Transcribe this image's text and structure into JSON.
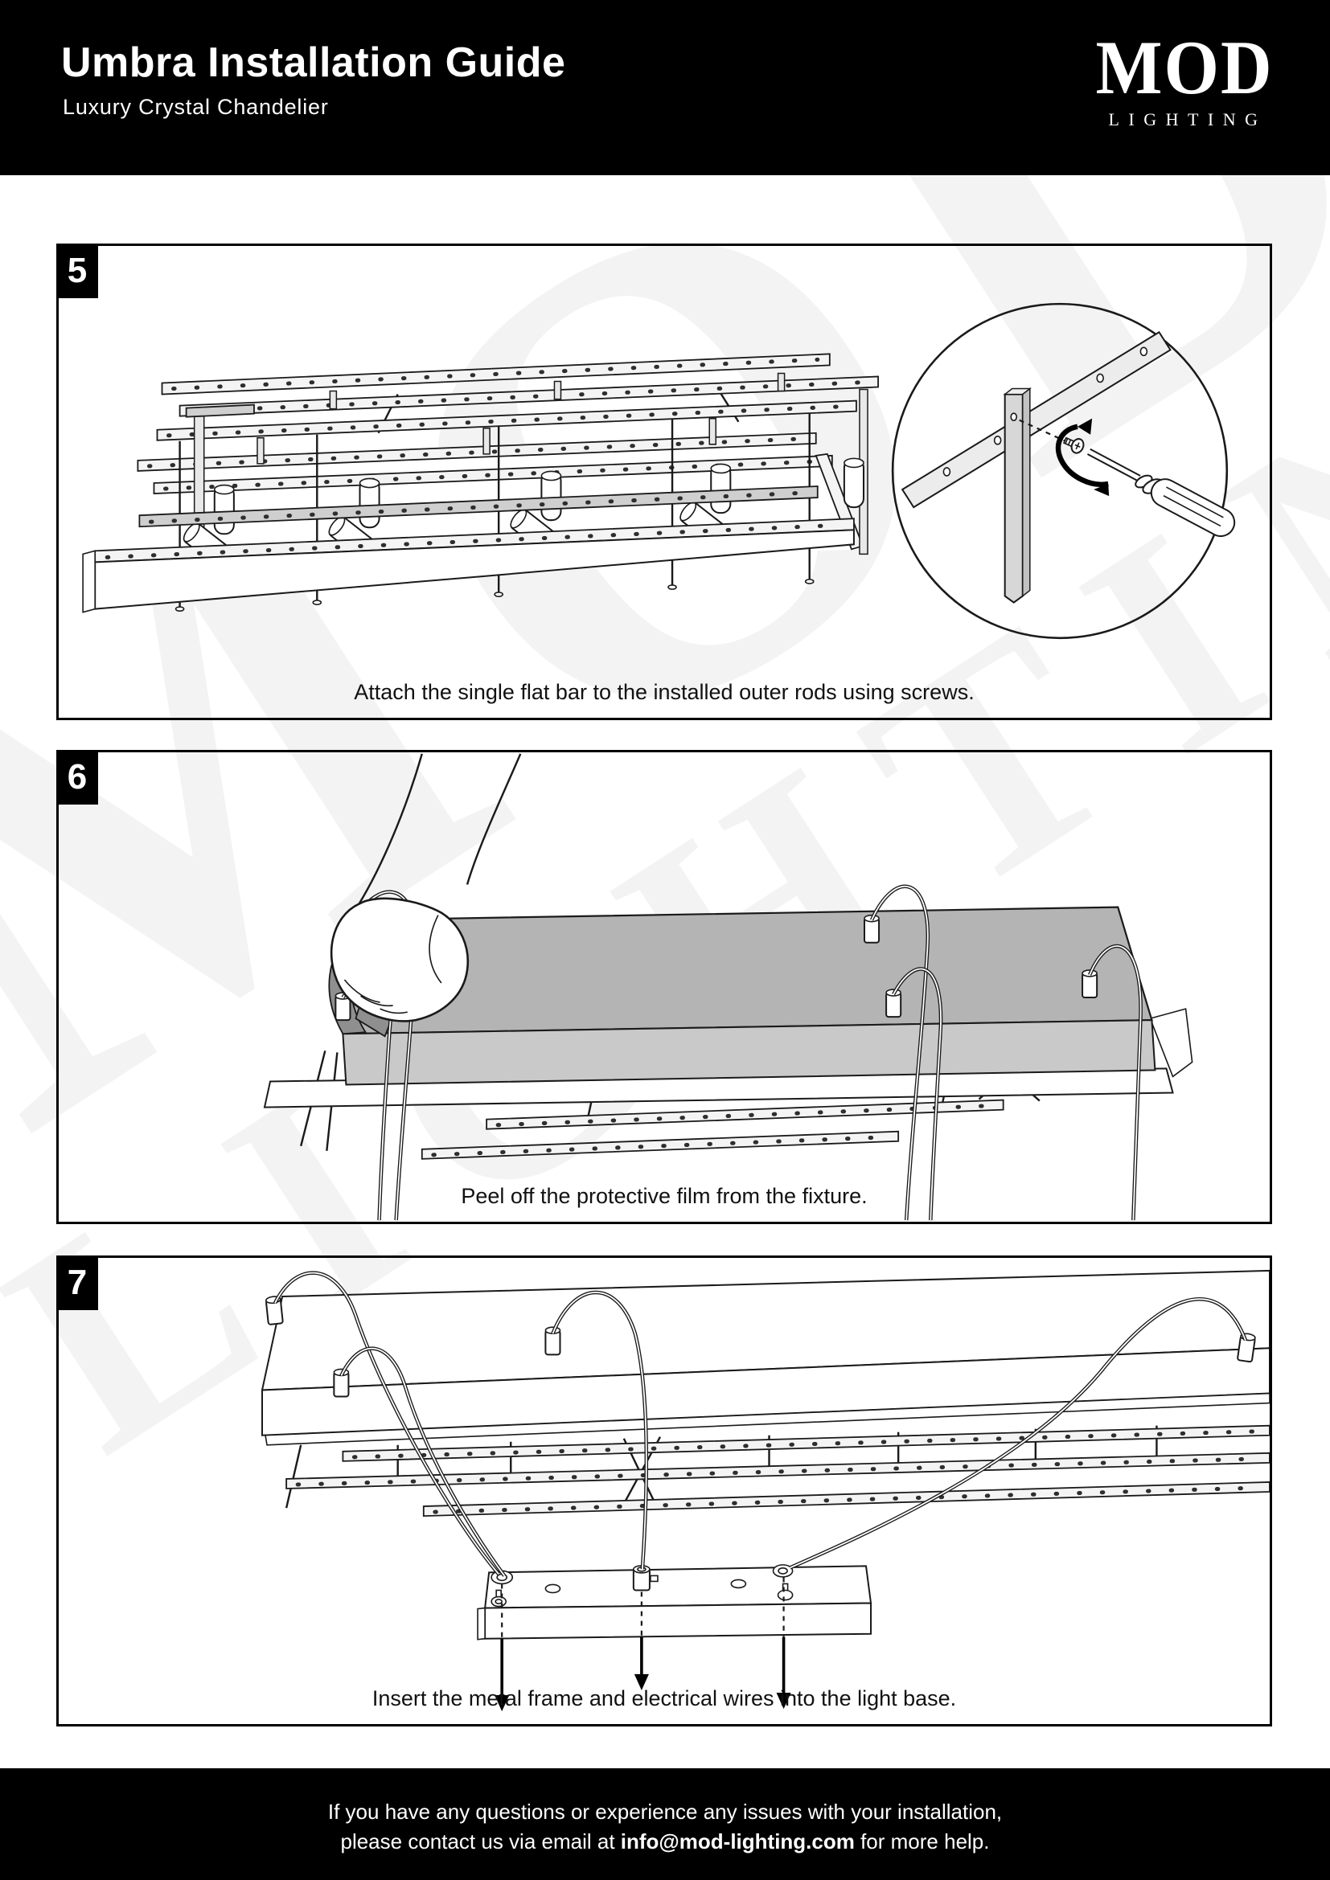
{
  "header": {
    "title": "Umbra Installation Guide",
    "subtitle": "Luxury Crystal Chandelier",
    "logo": {
      "line1": "MOD",
      "line2": "LIGHTING"
    }
  },
  "steps": [
    {
      "number": "5",
      "caption": "Attach the single flat bar to the installed outer rods using screws."
    },
    {
      "number": "6",
      "caption": "Peel off the protective film from the fixture."
    },
    {
      "number": "7",
      "caption": "Insert the metal frame and electrical wires into the light base."
    }
  ],
  "footer": {
    "line1": "If you have any questions or experience any issues with your installation,",
    "line2_prefix": "please contact us via email at ",
    "email": "info@mod-lighting.com",
    "line2_suffix": " for more help."
  },
  "watermark": {
    "line1": "MOD",
    "line2": "LIGHTING"
  },
  "colors": {
    "header_bg": "#000000",
    "header_text": "#ffffff",
    "body_text": "#111111",
    "line_art": "#1a1a1a",
    "film_gray": "#b4b4b4",
    "highlight_bar_gray": "#cfcfcf"
  }
}
